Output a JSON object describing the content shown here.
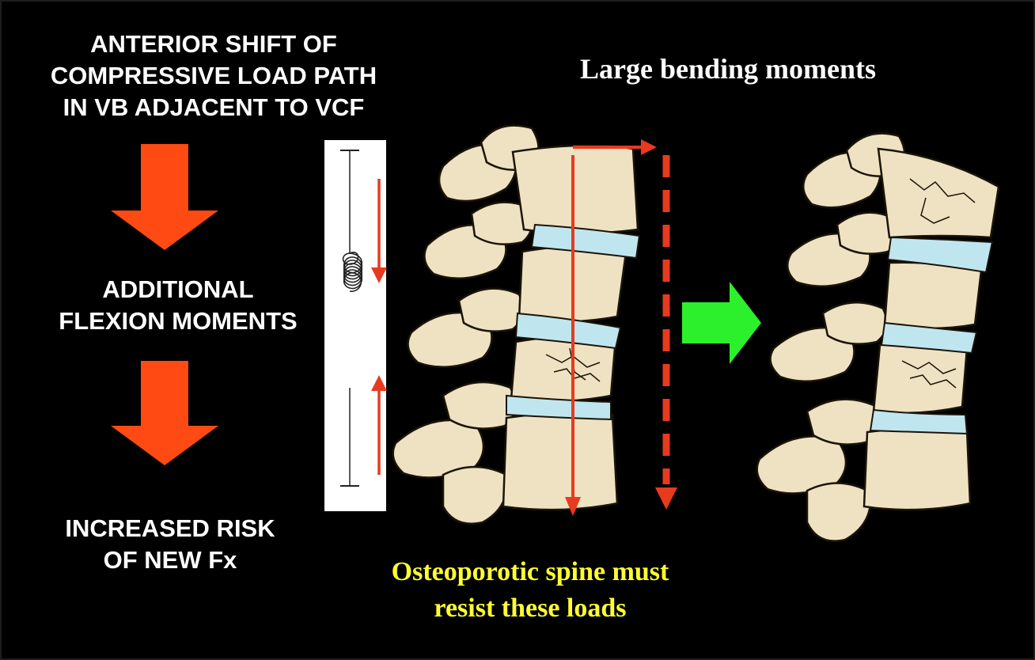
{
  "flow": {
    "step1": {
      "lines": [
        "ANTERIOR SHIFT OF",
        "COMPRESSIVE LOAD PATH",
        "IN VB ADJACENT TO VCF"
      ]
    },
    "step2": {
      "lines": [
        "ADDITIONAL",
        "FLEXION MOMENTS"
      ]
    },
    "step3": {
      "lines": [
        "INCREASED RISK",
        "OF NEW Fx"
      ]
    }
  },
  "title": "Large bending moments",
  "caption": {
    "lines": [
      "Osteoporotic spine must",
      "resist these loads"
    ]
  },
  "colors": {
    "background": "#000000",
    "flow_arrow": "#ff4a14",
    "load_arrow": "#e83a1e",
    "transition_arrow": "#2cf02c",
    "bone": "#efe2c2",
    "bone_outline": "#1b1409",
    "disc": "#bfe6ef",
    "caption": "#ffff33"
  },
  "icons": [
    "down-arrow-icon",
    "spring-icon",
    "right-arrow-icon"
  ]
}
